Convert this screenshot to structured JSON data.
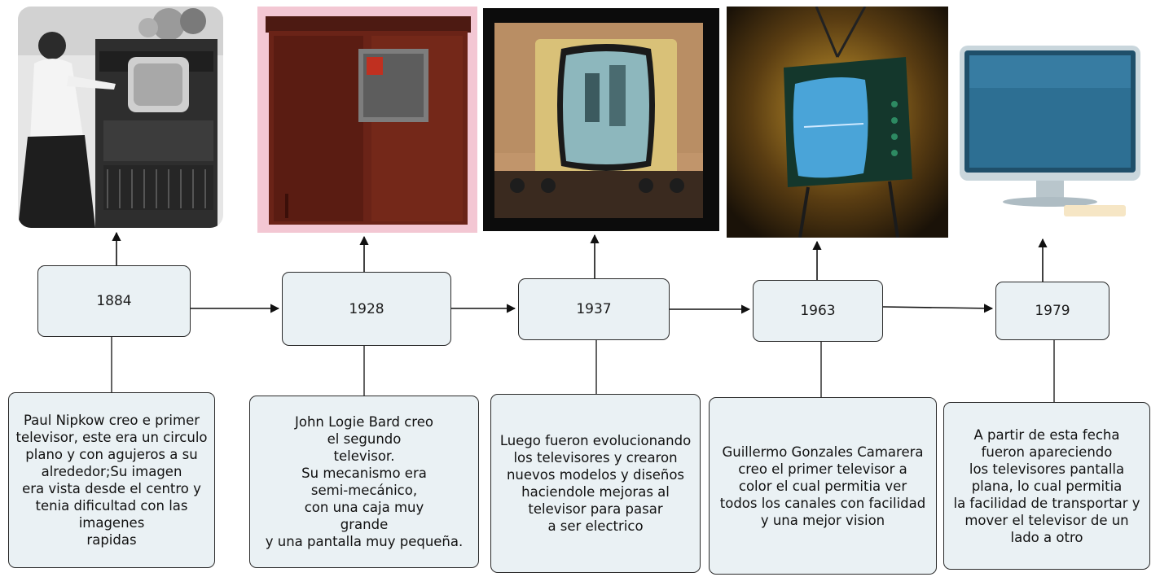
{
  "timeline": [
    {
      "year": "1884",
      "image": "woman-operating-early-television-photo",
      "description": [
        "Paul Nipkow creo e primer",
        "televisor, este era un circulo",
        "plano y con agujeros a su",
        "alrededor;Su imagen",
        "era vista desde el centro y",
        "tenia dificultad con las",
        "imagenes",
        "rapidas"
      ]
    },
    {
      "year": "1928",
      "image": "wooden-cabinet-television-photo",
      "description": [
        "John Logie Bard creo",
        "el segundo",
        "televisor.",
        "Su mecanismo era",
        "semi-mecánico,",
        "con una caja muy",
        "grande",
        "y una pantalla muy pequeña."
      ]
    },
    {
      "year": "1937",
      "image": "vintage-console-television-photo",
      "description": [
        "Luego fueron evolucionando",
        "los televisores y crearon",
        "nuevos modelos y diseños",
        "haciendole mejoras al",
        "televisor para pasar",
        "a ser electrico"
      ]
    },
    {
      "year": "1963",
      "image": "antenna-color-television-photo",
      "description": [
        "Guillermo Gonzales Camarera",
        "creo el primer televisor a",
        "color el cual permitia ver",
        "todos los canales con facilidad",
        "y una mejor vision"
      ]
    },
    {
      "year": "1979",
      "image": "flat-screen-television-photo",
      "description": [
        "A partir de esta fecha",
        "fueron apareciendo",
        "los televisores pantalla",
        "plana, lo cual permitia",
        "la facilidad de transportar y",
        "mover el televisor de un",
        "lado a otro"
      ]
    }
  ]
}
